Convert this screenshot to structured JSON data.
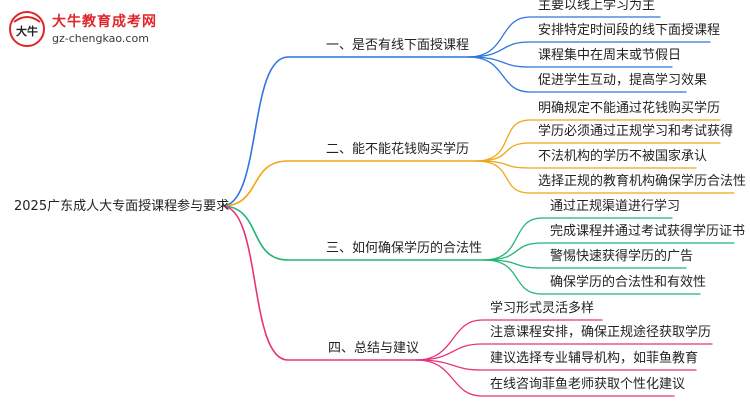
{
  "logo": {
    "title": "大牛教育成考网",
    "url": "gz-chengkao.com",
    "badge_glyph": "大牛"
  },
  "root": {
    "label": "2025广东成人大专面授课程参与要求"
  },
  "branches": [
    {
      "label": "一、是否有线下面授课程",
      "color": "#2f74e0",
      "children": [
        "主要以线上学习为主",
        "安排特定时间段的线下面授课程",
        "课程集中在周末或节假日",
        "促进学生互动，提高学习效果"
      ]
    },
    {
      "label": "二、能不能花钱购买学历",
      "color": "#f2a516",
      "children": [
        "明确规定不能通过花钱购买学历",
        "学历必须通过正规学习和考试获得",
        "不法机构的学历不被国家承认",
        "选择正规的教育机构确保学历合法性"
      ]
    },
    {
      "label": "三、如何确保学历的合法性",
      "color": "#22b573",
      "children": [
        "通过正规渠道进行学习",
        "完成课程并通过考试获得学历证书",
        "警惕快速获得学历的广告",
        "确保学历的合法性和有效性"
      ]
    },
    {
      "label": "四、总结与建议",
      "color": "#e8337a",
      "children": [
        "学习形式灵活多样",
        "注意课程安排，确保正规途径获取学历",
        "建议选择专业辅导机构，如菲鱼教育",
        "在线咨询菲鱼老师获取个性化建议"
      ]
    }
  ]
}
